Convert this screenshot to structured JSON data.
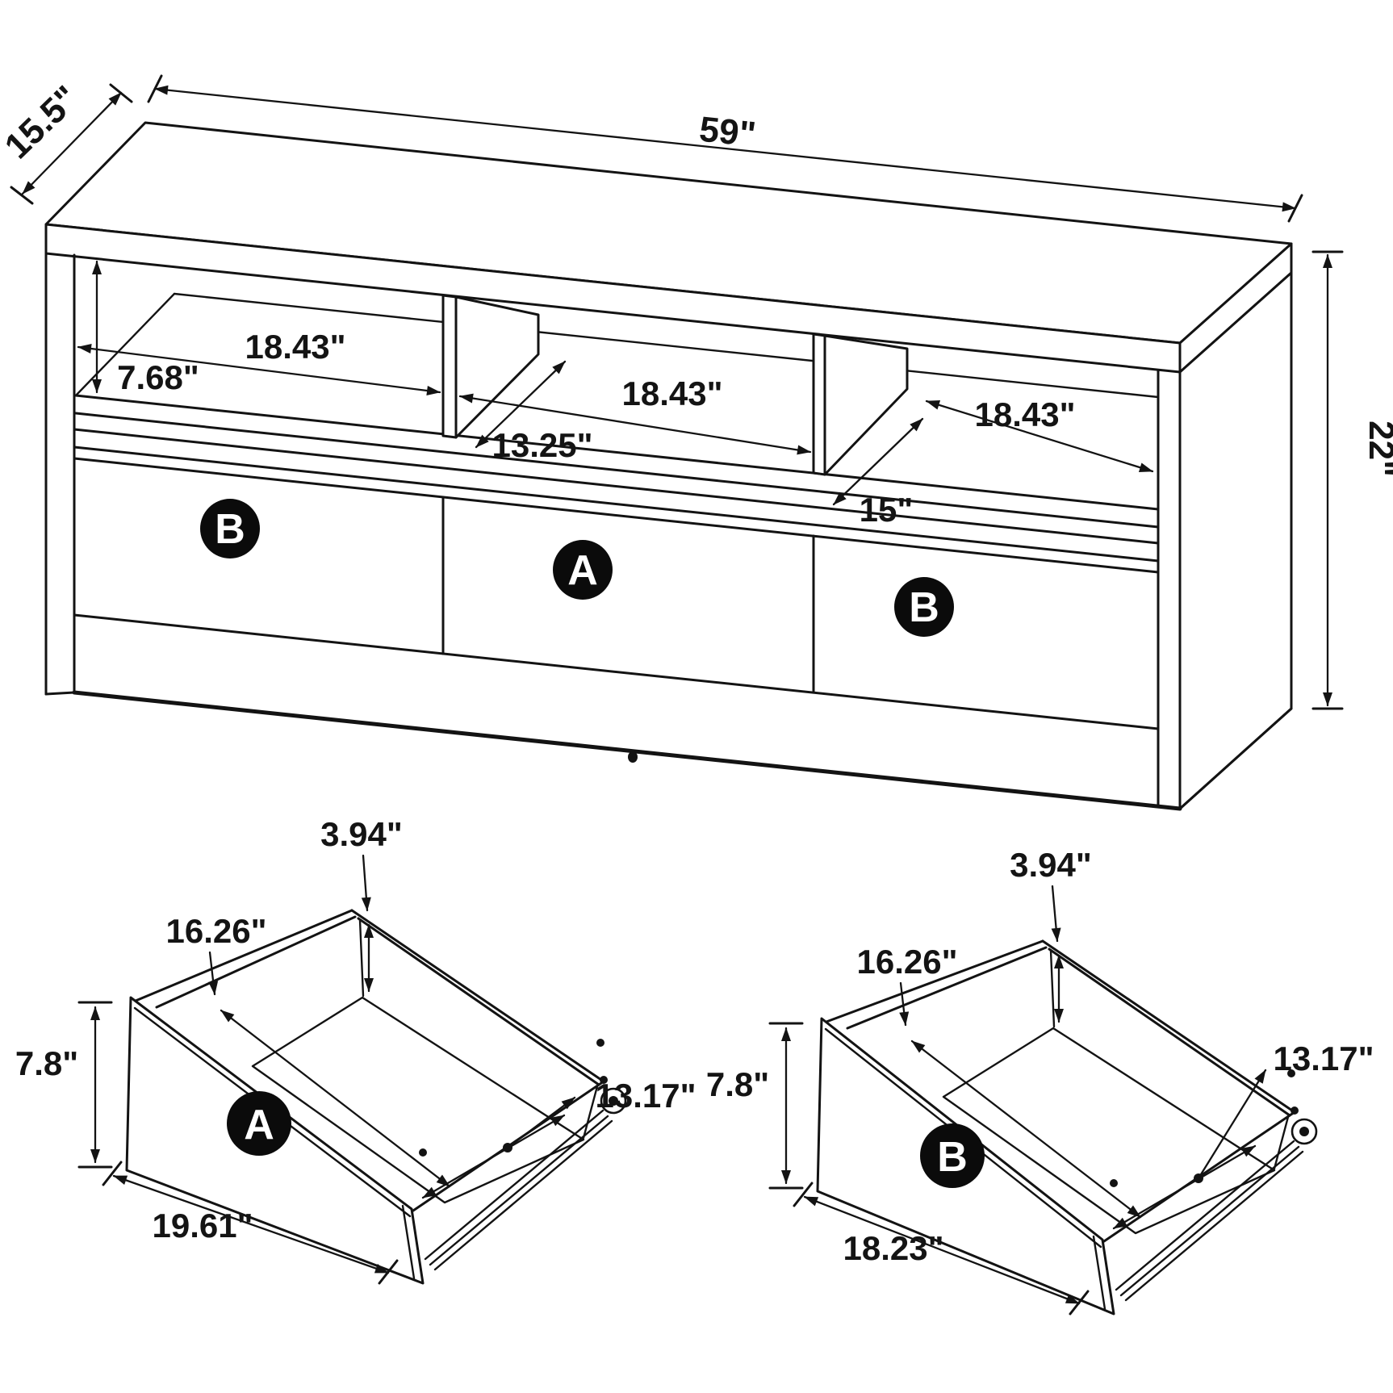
{
  "diagram": {
    "background": "#ffffff",
    "line_color": "#131313",
    "main_view": {
      "width_label": "59\"",
      "depth_label": "15.5\"",
      "height_label": "22\"",
      "opening_height_label": "7.68\"",
      "compartment_width_labels": [
        "18.43\"",
        "18.43\"",
        "18.43\""
      ],
      "divider_left_depth_label": "13.25\"",
      "divider_right_depth_label": "15\"",
      "drawer_badges": {
        "left": "B",
        "middle": "A",
        "right": "B"
      }
    },
    "drawer_a_detail": {
      "badge": "A",
      "height_label": "7.8\"",
      "width_label": "19.61\"",
      "depth_label": "16.26\"",
      "bottom_width_label": "13.17\"",
      "back_height_label": "3.94\""
    },
    "drawer_b_detail": {
      "badge": "B",
      "height_label": "7.8\"",
      "width_label": "18.23\"",
      "depth_label": "16.26\"",
      "bottom_width_label": "13.17\"",
      "back_height_label": "3.94\""
    }
  }
}
